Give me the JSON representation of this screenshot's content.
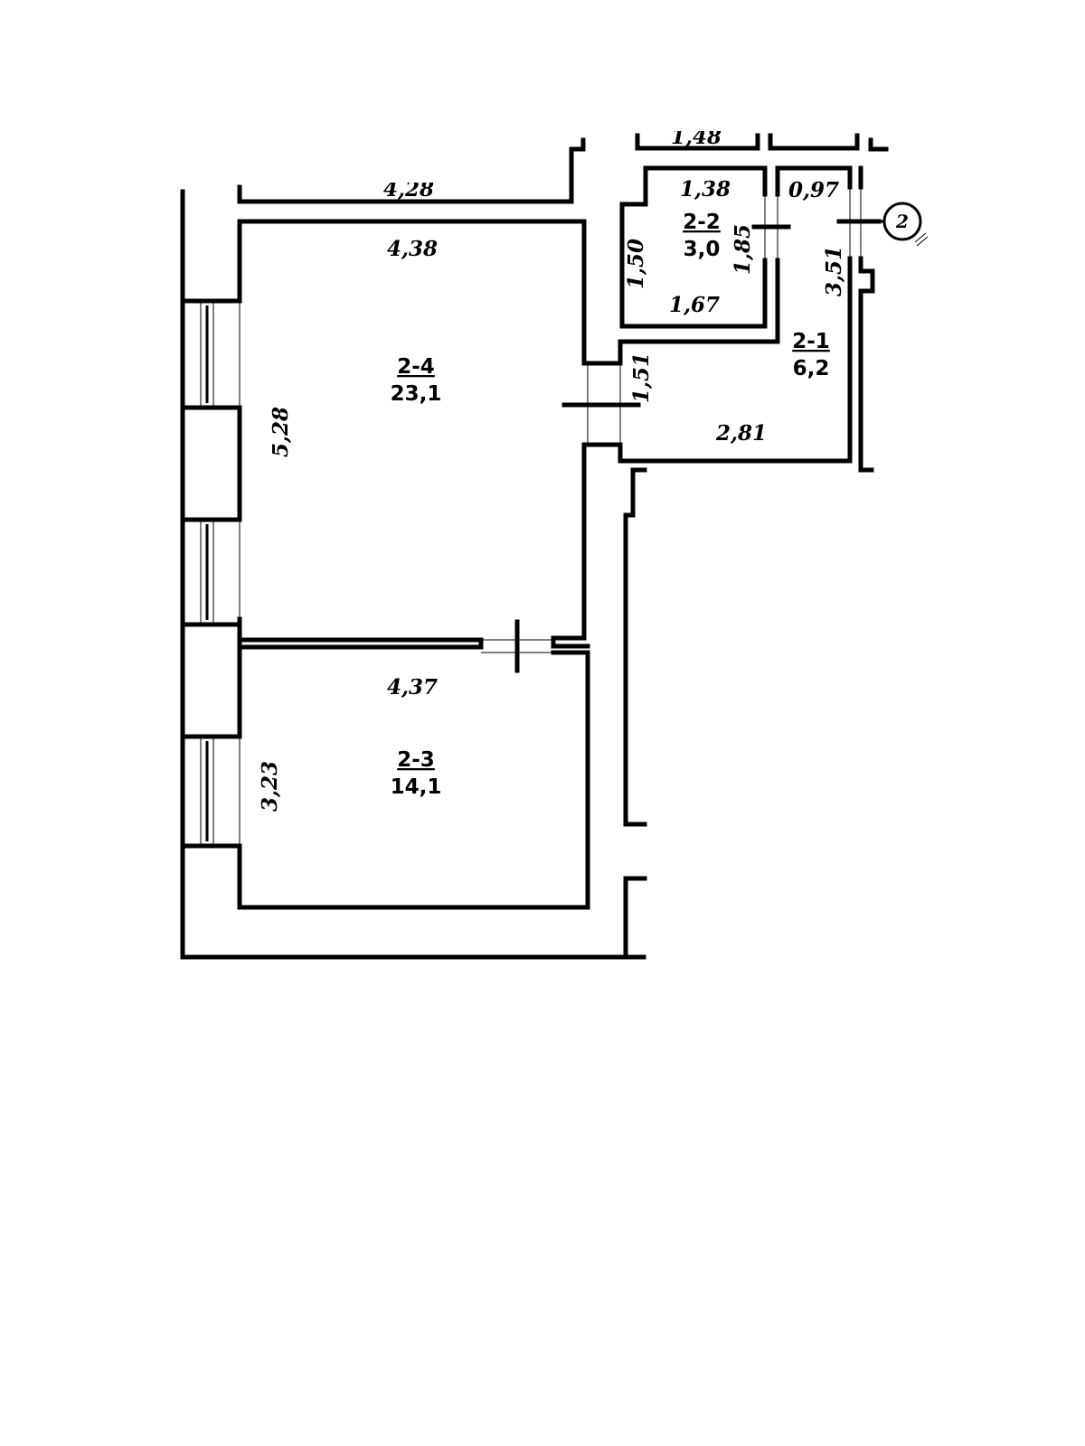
{
  "rooms": [
    {
      "id": "2-1",
      "area": "6,2"
    },
    {
      "id": "2-2",
      "area": "3,0"
    },
    {
      "id": "2-3",
      "area": "14,1"
    },
    {
      "id": "2-4",
      "area": "23,1"
    }
  ],
  "dimensions": {
    "top_wall_left_cut": "4,28",
    "top_wall_right_cut": "1,48",
    "room_2_4_width": "4,38",
    "room_2_4_height": "5,28",
    "room_2_3_width": "4,37",
    "room_2_3_height": "3,23",
    "room_2_2_top": "1,38",
    "room_2_2_bottom": "1,67",
    "room_2_2_left": "1,50",
    "room_2_2_right": "1,85",
    "room_2_1_top": "0,97",
    "room_2_1_right": "3,51",
    "room_2_1_left": "1,51",
    "room_2_1_bottom": "2,81"
  },
  "marker": {
    "label": "2"
  }
}
